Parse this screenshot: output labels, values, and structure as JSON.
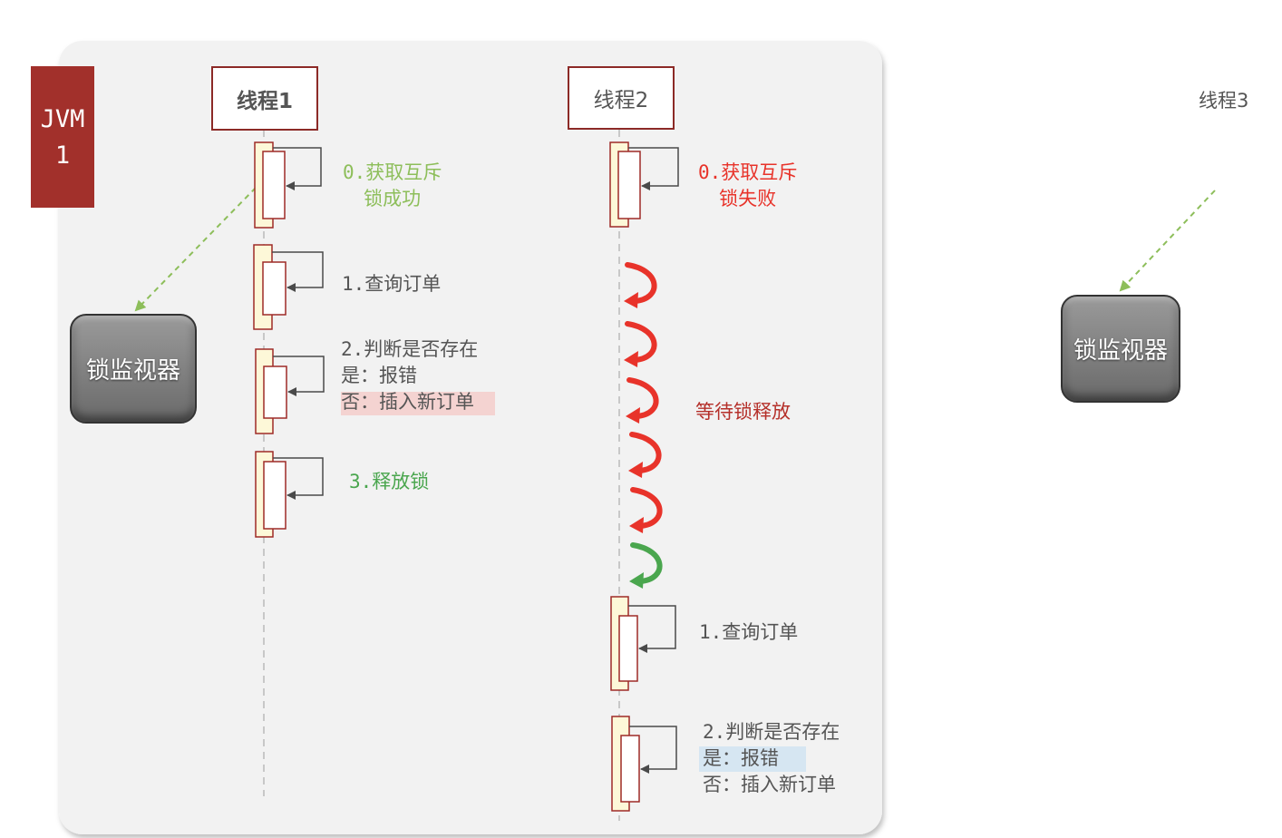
{
  "jvm": {
    "line1": "JVM",
    "line2": "1"
  },
  "threads": {
    "t1": "线程1",
    "t2": "线程2",
    "t3": "线程3"
  },
  "monitors": {
    "left": "锁监视器",
    "right": "锁监视器"
  },
  "thread1_steps": {
    "acquire_l1": "0.获取互斥",
    "acquire_l2": "锁成功",
    "query": "1.查询订单",
    "judge_l1": "2.判断是否存在",
    "judge_l2": "是：报错",
    "judge_l3": "否：插入新订单",
    "release": "3.释放锁"
  },
  "thread2_steps": {
    "acquire_l1": "0.获取互斥",
    "acquire_l2": "锁失败",
    "wait": "等待锁释放",
    "query": "1.查询订单",
    "judge_l1": "2.判断是否存在",
    "judge_l2": "是：报错",
    "judge_l3": "否：插入新订单"
  },
  "colors": {
    "jvm_bg": "#a2302b",
    "success": "#8dbe5a",
    "fail": "#e8332a",
    "wait_text": "#b5302a",
    "release": "#4aa64e",
    "highlight_red": "#f4d3d1",
    "highlight_blue": "#d6e6f2",
    "activation_fill": "#fdf8d8",
    "activation_border": "#9e2b27"
  }
}
